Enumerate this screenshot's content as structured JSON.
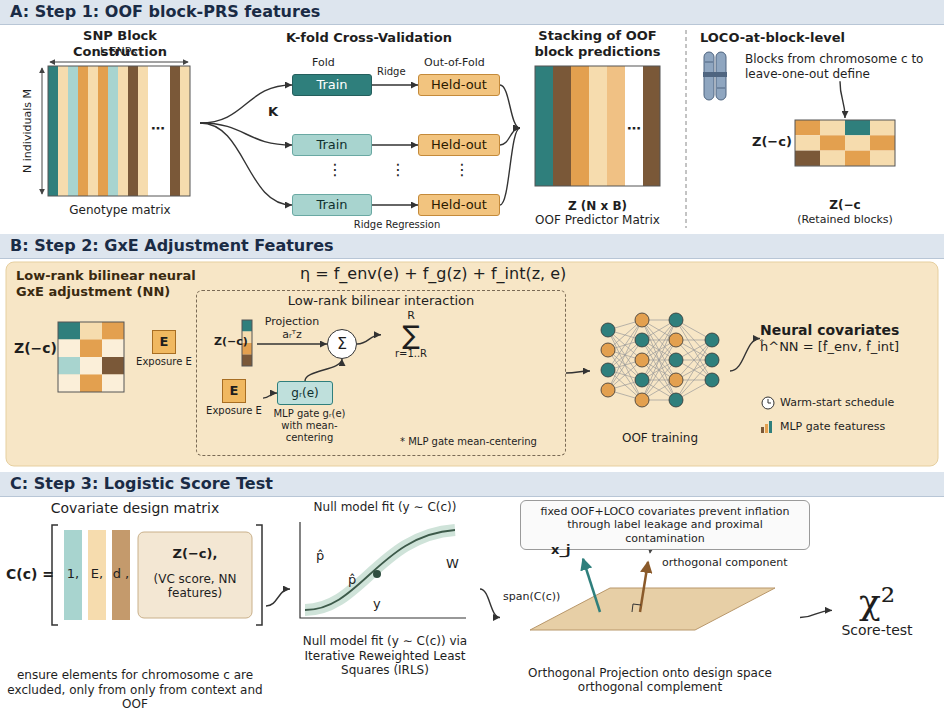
{
  "diagram": {
    "nodes": [
      {
        "text": [
          "A: Step 1: OOF block-PRS features"
        ]
      },
      {
        "text": [
          "SNP Block Construction",
          "Genotype matrix"
        ]
      },
      {
        "text": [
          "Train"
        ]
      },
      {
        "text": [
          "Held-out"
        ]
      },
      {
        "text": [
          "Train"
        ]
      },
      {
        "text": [
          "Held-out"
        ]
      },
      {
        "text": [
          "Train"
        ]
      },
      {
        "text": [
          "Held-out"
        ]
      },
      {
        "text": [
          "Stacking of OOF block predictions",
          "Z (N x B)",
          "OOF Predictor Matrix"
        ]
      },
      {
        "text": [
          "Blocks from chromosome c to leave-one-out define"
        ]
      },
      {
        "text": [
          "Z(−c",
          "(Retained blocks)"
        ]
      },
      {
        "text": [
          "B: Step 2: GxE Adjustment Features"
        ]
      },
      {
        "text": [
          "Low-rank bilinear neural GxE adjustment (NN)"
        ]
      },
      {
        "text": [
          "Z(−c)"
        ],
        "in": 12
      },
      {
        "text": [
          "E",
          "Exposure E"
        ],
        "in": 12
      },
      {
        "text": [
          "Low-rank bilinear interaction"
        ],
        "in": 12
      },
      {
        "text": [
          "Z(−c)"
        ],
        "in": 15
      },
      {
        "text": [
          "Σ"
        ],
        "in": 15
      },
      {
        "text": [
          "E",
          "Exposure E"
        ],
        "in": 15
      },
      {
        "text": [
          "gᵣ(e)"
        ],
        "in": 15
      },
      {
        "text": [
          "R",
          "∑",
          "r=1..R"
        ],
        "in": 15
      },
      {
        "text": [
          "OOF training"
        ],
        "in": 12
      },
      {
        "text": [
          "Neural covariates",
          "ĥ^NN = [f̂_env, f̂_int]"
        ],
        "in": 12
      },
      {
        "text": [
          "C: Step 3: Logistic Score Test"
        ]
      },
      {
        "text": [
          "Covariate design matrix",
          "ensure elements for chromosome c are excluded, only from only from context and OOF"
        ]
      },
      {
        "text": [
          "Null model fit (y ∼ C(c))",
          "Null model fit (y ∼ C(c)) via Iterative Reweighted Least Squares (IRLS)"
        ]
      },
      {
        "text": [
          "fixed OOF+LOCO covariates prevent inflation through label leakage and proximal contamination"
        ]
      },
      {
        "text": [
          "Orthogonal Projection onto design space orthogonal complement"
        ]
      },
      {
        "text": [
          "χ²",
          "Score-test"
        ]
      }
    ],
    "edges": [
      {
        "from": 1,
        "to": 2,
        "arrow": "to"
      },
      {
        "from": 1,
        "to": 4,
        "arrow": "to"
      },
      {
        "from": 1,
        "to": 6,
        "arrow": "to"
      },
      {
        "from": 2,
        "to": 3,
        "arrow": "to"
      },
      {
        "from": 4,
        "to": 5,
        "arrow": "to"
      },
      {
        "from": 6,
        "to": 7,
        "arrow": "to"
      },
      {
        "from": 3,
        "to": 8,
        "arrow": "to"
      },
      {
        "from": 5,
        "to": 8,
        "arrow": "to"
      },
      {
        "from": 7,
        "to": 8,
        "arrow": "to"
      },
      {
        "from": 9,
        "to": 10,
        "arrow": "to"
      },
      {
        "from": 16,
        "to": 17,
        "label": "Projection aᵣᵀz",
        "arrow": "to"
      },
      {
        "from": 18,
        "to": 19,
        "arrow": "to"
      },
      {
        "from": 19,
        "to": 17,
        "arrow": "to"
      },
      {
        "from": 17,
        "to": 20,
        "arrow": "to"
      },
      {
        "from": 15,
        "to": 21,
        "arrow": "to"
      },
      {
        "from": 21,
        "to": 22,
        "arrow": "to"
      },
      {
        "from": 24,
        "to": 25,
        "arrow": "to"
      },
      {
        "from": 25,
        "to": 27,
        "arrow": "to"
      },
      {
        "from": 27,
        "to": 28,
        "arrow": "to"
      }
    ],
    "labels": [
      "L SNPs",
      "N individuals M",
      "⋯",
      "K-fold Cross-Validation",
      "Fold",
      "Out-of-Fold",
      "Ridge",
      "K",
      "⋮",
      "⋮",
      "⋮",
      "Ridge Regression",
      "⋯",
      "LOCO-at-block-level",
      "Z(−c)",
      "η = f_env(e) + f_g(z) + f_int(z, e)",
      "MLP gate gᵣ(e) with mean-centering",
      "* MLP gate mean-centering",
      "Warm-start schedule",
      "MLP gate featuress",
      "C(c) =",
      "1,",
      "E,",
      "d ,",
      "Z(−c),",
      "(VC score, NN features)",
      "p̂",
      "p̂",
      "y",
      "W",
      "x_j",
      "span(C(c))",
      "orthogonal component"
    ]
  }
}
